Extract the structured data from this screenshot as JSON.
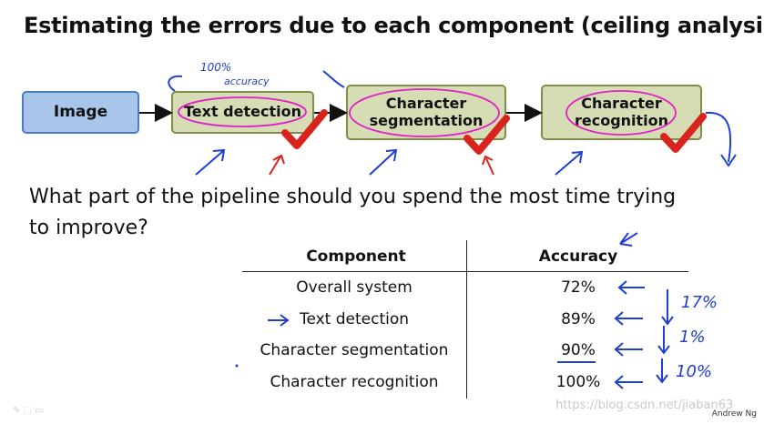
{
  "slide": {
    "title": "Estimating the errors due to each component (ceiling analysis)",
    "pipeline": {
      "image_label": "Image",
      "text_detection_label": "Text detection",
      "segmentation_label": "Character\nsegmentation",
      "recognition_label": "Character\nrecognition"
    },
    "question": "What part of the pipeline should you spend the most time trying to improve?",
    "table": {
      "headers": {
        "component": "Component",
        "accuracy": "Accuracy"
      },
      "rows": [
        {
          "component": "Overall system",
          "accuracy": "72%"
        },
        {
          "component": "Text detection",
          "accuracy": "89%"
        },
        {
          "component": "Character segmentation",
          "accuracy": "90%"
        },
        {
          "component": "Character recognition",
          "accuracy": "100%"
        }
      ]
    },
    "annotations": {
      "note_top": "100%",
      "note_top2": "accuracy",
      "gain_1": "17%",
      "gain_2": "1%",
      "gain_3": "10%"
    },
    "author": "Andrew Ng",
    "watermark": "https://blog.csdn.net/jiaban63"
  },
  "colors": {
    "image_box": "#a9c6ea",
    "pipeline_box": "#d6dcb3",
    "ink_blue": "#1f3fd0",
    "ink_magenta": "#e020c8",
    "ink_red": "#d8241c"
  },
  "icons": [
    "arrow-right-icon",
    "checkmark-icon",
    "pen-arrow-icon"
  ]
}
